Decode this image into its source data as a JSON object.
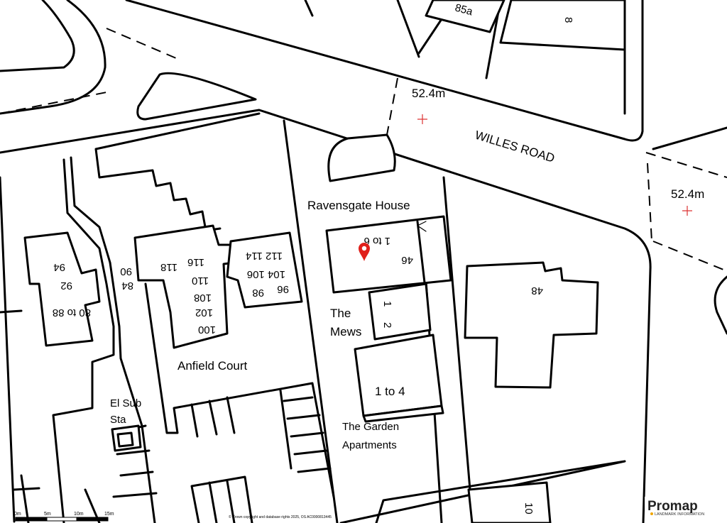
{
  "map": {
    "road_name": "WILLES ROAD",
    "spot_heights": [
      "52.4m",
      "52.4m"
    ],
    "places": {
      "ravensgate": "Ravensgate House",
      "mews_1": "The",
      "mews_2": "Mews",
      "garden_1": "The Garden",
      "garden_2": "Apartments",
      "anfield": "Anfield Court",
      "sub_1": "El Sub",
      "sub_2": "Sta"
    },
    "numbers": [
      "85a",
      "8",
      "1 to 6",
      "46",
      "48",
      "1",
      "2",
      "1 to 4",
      "94",
      "92",
      "80 to 88",
      "90",
      "84",
      "118",
      "116",
      "110",
      "108",
      "102",
      "100",
      "112 114",
      "104 106",
      "98",
      "96",
      "10"
    ],
    "marker": {
      "icon": "map-pin-icon",
      "color": "#e0201b"
    },
    "scale_bar": {
      "labels": [
        "0m",
        "5m",
        "10m",
        "15m"
      ]
    },
    "copyright": "© Crown copyright and database rights 2025, OS AC0000813445",
    "logo": {
      "name": "Promap",
      "tagline": "LANDMARK INFORMATION",
      "dot_color": "#f0a500"
    }
  }
}
